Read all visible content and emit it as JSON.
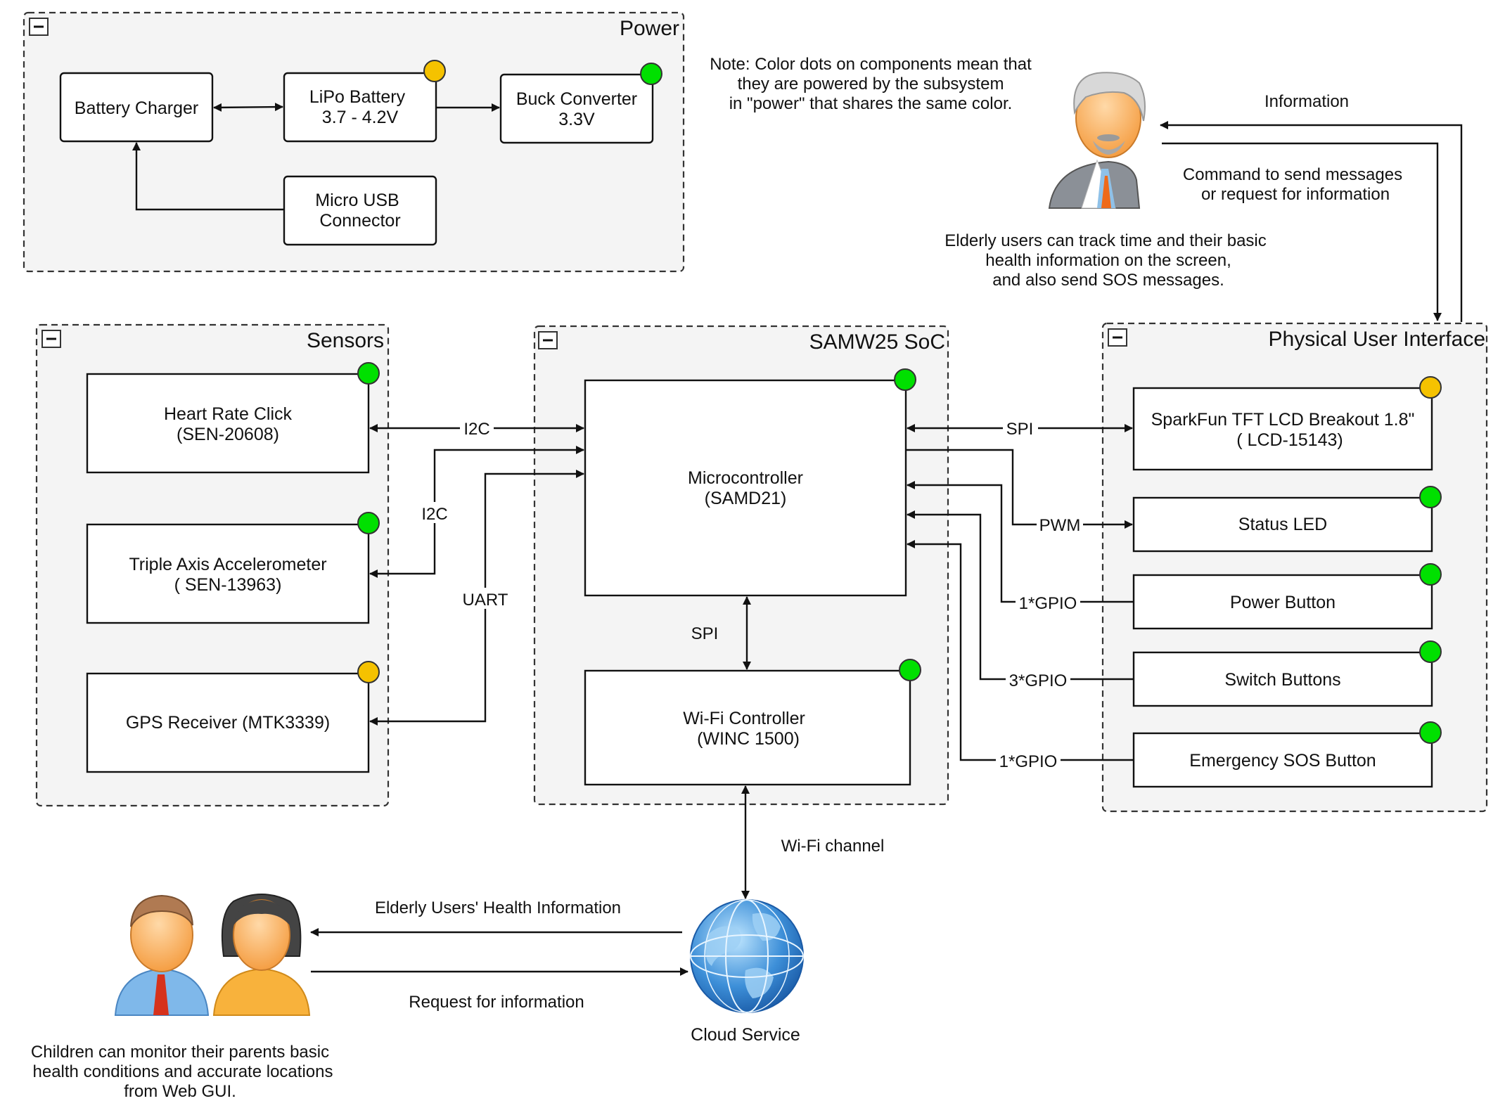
{
  "colors": {
    "green_dot": "#00e000",
    "yellow_dot": "#f5c200",
    "group_fill": "#f4f4f4"
  },
  "groups": {
    "power": "Power",
    "sensors": "Sensors",
    "soc": "SAMW25 SoC",
    "ui": "Physical User Interface"
  },
  "power": {
    "charger": "Battery Charger",
    "lipo_1": "LiPo Battery",
    "lipo_2": "3.7 - 4.2V",
    "buck_1": "Buck Converter",
    "buck_2": "3.3V",
    "usb_1": "Micro USB",
    "usb_2": "Connector"
  },
  "sensors": {
    "hr_1": "Heart Rate Click",
    "hr_2": "(SEN-20608)",
    "acc_1": "Triple Axis Accelerometer",
    "acc_2": "( SEN-13963)",
    "gps": "GPS Receiver (MTK3339)"
  },
  "soc": {
    "mcu_1": "Microcontroller",
    "mcu_2": "(SAMD21)",
    "wifi_1": "Wi-Fi Controller",
    "wifi_2": "(WINC 1500)"
  },
  "ui": {
    "lcd_1": "SparkFun TFT LCD Breakout 1.8\"",
    "lcd_2": "( LCD-15143)",
    "led": "Status LED",
    "power_btn": "Power Button",
    "switch_btn": "Switch Buttons",
    "sos_btn": "Emergency SOS Button"
  },
  "wires": {
    "i2c_hr": "I2C",
    "i2c_acc": "I2C",
    "uart": "UART",
    "spi_wifi": "SPI",
    "spi_lcd": "SPI",
    "pwm": "PWM",
    "gpio_power": "1*GPIO",
    "gpio_switch": "3*GPIO",
    "gpio_sos": "1*GPIO",
    "wifi_channel": "Wi-Fi channel",
    "information": "Information",
    "command_1": "Command to send messages",
    "command_2": "or request for information",
    "health_info": "Elderly Users' Health Information",
    "request_info": "Request for information"
  },
  "notes": {
    "color_1": "Note: Color dots on components mean that",
    "color_2": "they are powered by the subsystem",
    "color_3": "in \"power\" that shares the same color.",
    "elderly_1": "Elderly users can track time and their basic",
    "elderly_2": "health information on the screen,",
    "elderly_3": "and also send SOS messages.",
    "children_1": "Children can monitor their parents basic",
    "children_2": "health conditions and accurate locations",
    "children_3": "from Web GUI.",
    "cloud": "Cloud Service"
  },
  "icons": [
    "collapse-icon",
    "elderly-user-icon",
    "parent-user-icon",
    "child-user-icon",
    "globe-icon",
    "power-dot-icon"
  ]
}
